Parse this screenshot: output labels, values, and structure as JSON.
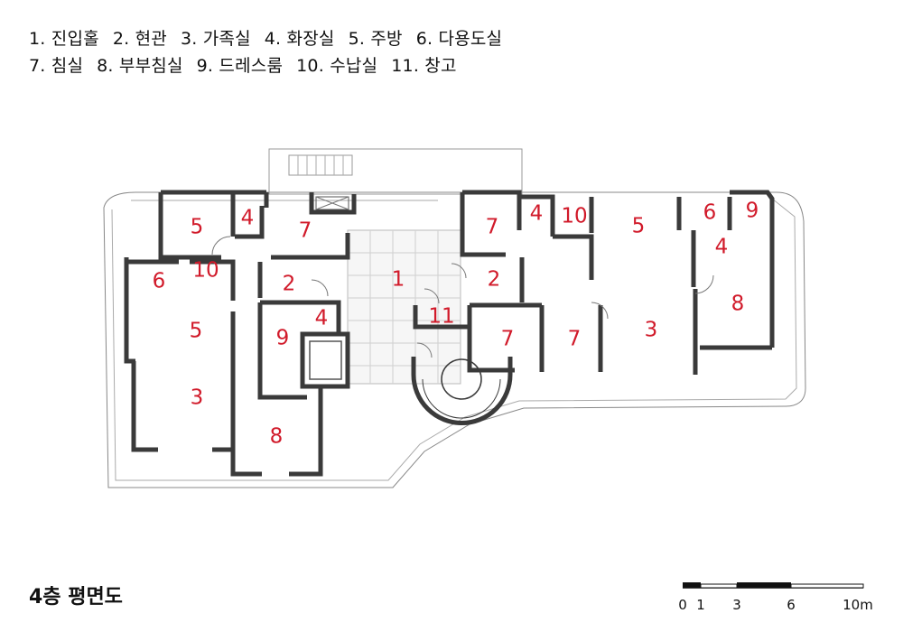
{
  "legend": {
    "line1": [
      "1. 진입홀",
      "2. 현관",
      "3. 가족실",
      "4. 화장실",
      "5. 주방",
      "6. 다용도실"
    ],
    "line2": [
      "7. 침실",
      "8. 부부침실",
      "9. 드레스룸",
      "10. 수납실",
      "11. 창고"
    ]
  },
  "rooms": [
    {
      "id": "left-5-top",
      "label": "5"
    },
    {
      "id": "left-4-top",
      "label": "4"
    },
    {
      "id": "left-7",
      "label": "7"
    },
    {
      "id": "left-6",
      "label": "6"
    },
    {
      "id": "left-10",
      "label": "10"
    },
    {
      "id": "left-2",
      "label": "2"
    },
    {
      "id": "center-1",
      "label": "1"
    },
    {
      "id": "left-4-mid",
      "label": "4"
    },
    {
      "id": "left-5-mid",
      "label": "5"
    },
    {
      "id": "left-9",
      "label": "9"
    },
    {
      "id": "left-3",
      "label": "3"
    },
    {
      "id": "left-8",
      "label": "8"
    },
    {
      "id": "center-11",
      "label": "11"
    },
    {
      "id": "right-7-top",
      "label": "7"
    },
    {
      "id": "right-4-top",
      "label": "4"
    },
    {
      "id": "right-10",
      "label": "10"
    },
    {
      "id": "right-5",
      "label": "5"
    },
    {
      "id": "right-6",
      "label": "6"
    },
    {
      "id": "right-9",
      "label": "9"
    },
    {
      "id": "right-4-mid",
      "label": "4"
    },
    {
      "id": "right-2",
      "label": "2"
    },
    {
      "id": "right-8",
      "label": "8"
    },
    {
      "id": "right-7-a",
      "label": "7"
    },
    {
      "id": "right-7-b",
      "label": "7"
    },
    {
      "id": "right-3",
      "label": "3"
    }
  ],
  "title": "4층 평면도",
  "scale": {
    "ticks": [
      "0",
      "1",
      "3",
      "6",
      "10m"
    ]
  },
  "colors": {
    "label": "#d11a2a",
    "wall": "#3a3a3a",
    "line": "#666666"
  }
}
